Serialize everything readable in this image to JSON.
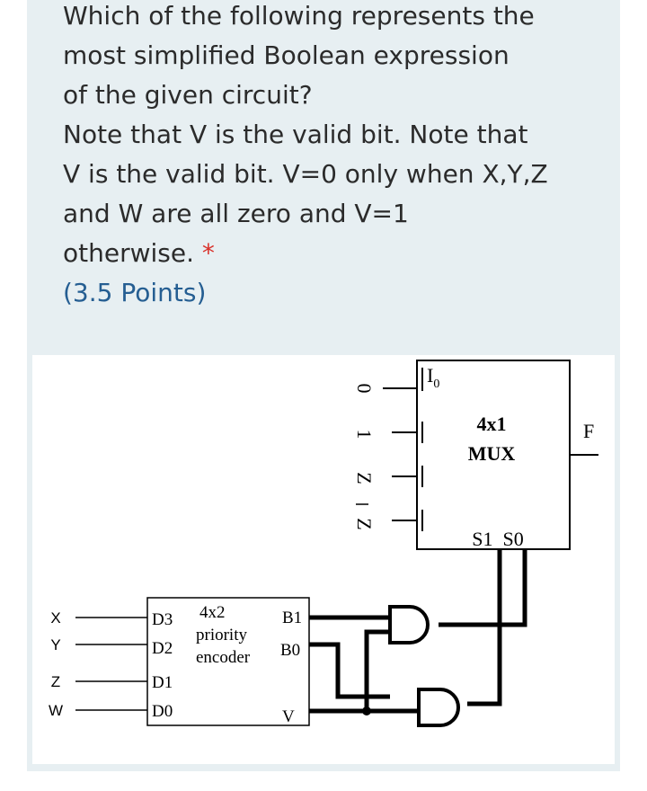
{
  "question": {
    "lines": [
      "Which of the following represents the",
      "most simplified Boolean expression",
      "of the given circuit?",
      "Note that V is the valid bit. Note that",
      "V is the valid bit. V=0 only when X,Y,Z",
      "and W are all zero and V=1",
      "otherwise."
    ],
    "required_marker": "*",
    "points": "(3.5 Points)"
  },
  "circuit": {
    "mux": {
      "title": "4x1",
      "subtitle": "MUX",
      "input_pin": "I",
      "input_pin_sub": "0",
      "select_labels": "S1  S0",
      "output_label": "F",
      "inputs": [
        "0",
        "1",
        "Z",
        "Z"
      ]
    },
    "encoder": {
      "title": "4x2",
      "name": "priority",
      "type": "encoder",
      "inputs": [
        "D3",
        "D2",
        "D1",
        "D0"
      ],
      "outputs": [
        "B1",
        "B0",
        "V"
      ]
    },
    "variables": [
      "X",
      "Y",
      "Z",
      "W"
    ]
  },
  "colors": {
    "card": "#e7eff2",
    "question_text": "#2b2b2b",
    "points": "#255e92",
    "asterisk": "#d9322b"
  }
}
